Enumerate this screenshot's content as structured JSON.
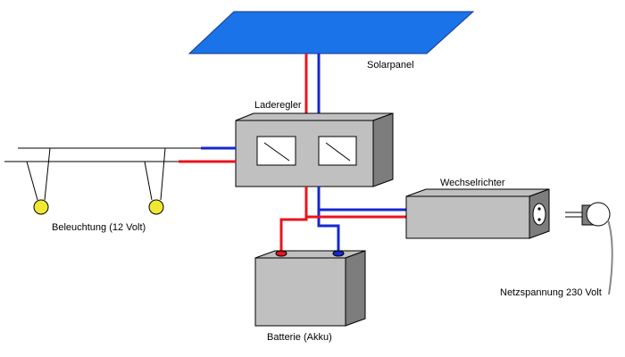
{
  "labels": {
    "solar_panel": "Solarpanel",
    "charge_controller": "Laderegler",
    "inverter": "Wechselrichter",
    "lighting": "Beleuchtung (12 Volt)",
    "battery": "Batterie (Akku)",
    "mains": "Netzspannung 230 Volt"
  },
  "colors": {
    "solar_panel": "#1a73e8",
    "box_front": "#c0c0c0",
    "box_side": "#7d7d7d",
    "wire_positive": "#e8141e",
    "wire_negative": "#1428d2",
    "lamp": "#f0e830"
  }
}
